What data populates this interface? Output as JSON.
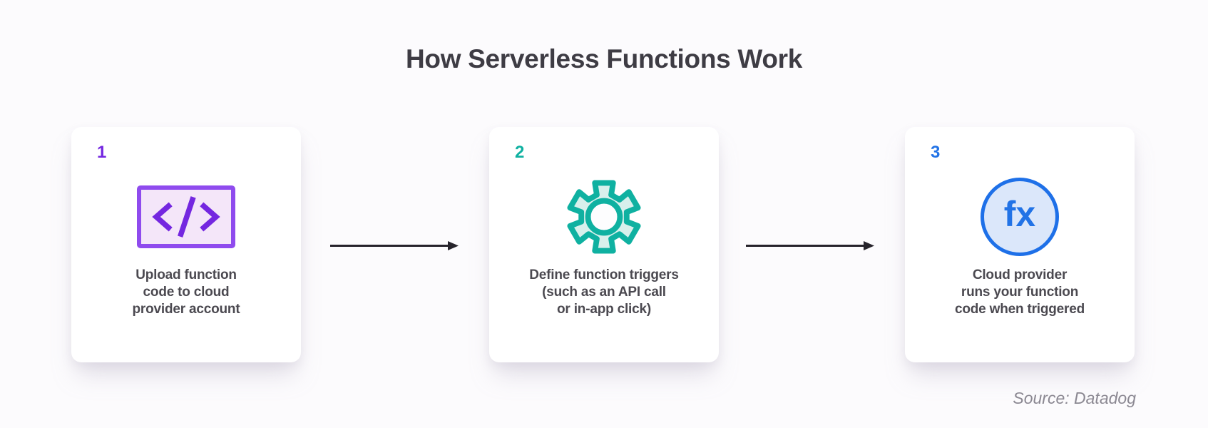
{
  "title": "How Serverless Functions Work",
  "source_credit": "Source: Datadog",
  "colors": {
    "background": "#fcfbfd",
    "card": "#ffffff",
    "title_text": "#3e3c44",
    "body_text": "#4b4950",
    "source_text": "#8b8892",
    "arrow": "#26232b",
    "purple_accent": "#7427e0",
    "purple_border": "#8f4bee",
    "purple_fill": "#f4e6f9",
    "teal_accent": "#0fb1a1",
    "teal_fill": "#d8f0ec",
    "blue_accent": "#2273e6",
    "blue_fill": "#dbe7fa"
  },
  "steps": [
    {
      "number": "1",
      "icon": "code-icon",
      "icon_glyph": "</>",
      "label": "Upload function\ncode to cloud\nprovider account"
    },
    {
      "number": "2",
      "icon": "gear-icon",
      "icon_glyph": "",
      "label": "Define function triggers\n(such as an API call\nor in-app click)"
    },
    {
      "number": "3",
      "icon": "fx-icon",
      "icon_glyph": "fx",
      "label": "Cloud provider\nruns your function\ncode when triggered"
    }
  ],
  "arrows": [
    {
      "icon": "arrow-right-icon"
    },
    {
      "icon": "arrow-right-icon"
    }
  ]
}
